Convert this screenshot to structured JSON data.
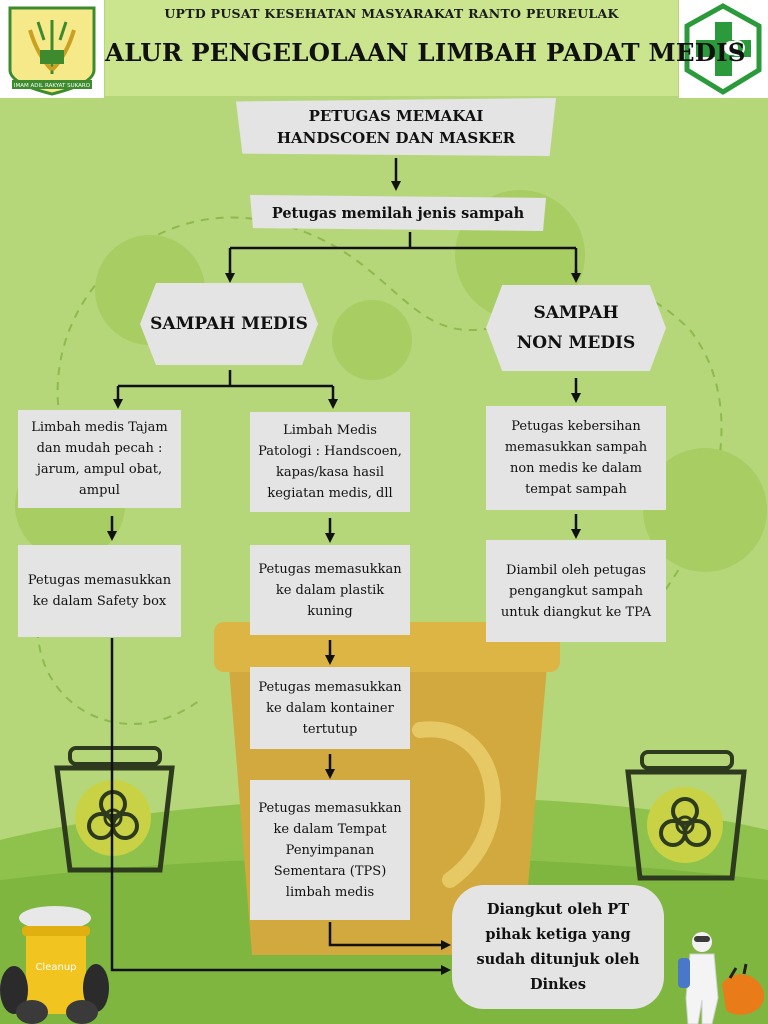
{
  "header": {
    "org": "UPTD PUSAT KESEHATAN MASYARAKAT RANTO PEUREULAK",
    "title": "ALUR PENGELOLAAN LIMBAH PADAT MEDIS",
    "logo_left_motto": "IMAM ADIL RAKYAT SUKARO",
    "logo_left_icon": "aceh-coat-of-arms-icon",
    "logo_right_icon": "puskesmas-cross-icon"
  },
  "flow": {
    "step1": "PETUGAS MEMAKAI HANDSCOEN DAN MASKER",
    "step2": "Petugas memilah jenis sampah",
    "medis": "SAMPAH MEDIS",
    "non_medis": "SAMPAH NON MEDIS",
    "tajam": "Limbah medis Tajam dan mudah pecah : jarum, ampul obat, ampul",
    "patologi": "Limbah Medis Patologi : Handscoen, kapas/kasa hasil kegiatan medis, dll",
    "kebersihan": "Petugas kebersihan memasukkan sampah non medis ke dalam tempat sampah",
    "safety_box": "Petugas memasukkan ke dalam Safety box",
    "plastik": "Petugas memasukkan ke dalam plastik kuning",
    "diambil": "Diambil oleh petugas pengangkut sampah untuk diangkut ke TPA",
    "kontainer": "Petugas memasukkan ke dalam kontainer tertutup",
    "tps": "Petugas memasukkan ke dalam Tempat Penyimpanan Sementara (TPS) limbah medis",
    "diangkut": "Diangkut oleh PT pihak ketiga yang sudah ditunjuk oleh Dinkes"
  },
  "decor": {
    "bin_left_icon": "biohazard-bin-icon",
    "bin_right_icon": "biohazard-bin-icon",
    "trash_pile_icon": "garbage-bags-icon",
    "worker_icon": "hazmat-worker-icon",
    "bin_label": "Cleanup"
  },
  "colors": {
    "background": "#b5d77a",
    "header": "#cbe58f",
    "box": "#e4e4e4",
    "bin": "#d2a93e",
    "arrow": "#111111"
  }
}
